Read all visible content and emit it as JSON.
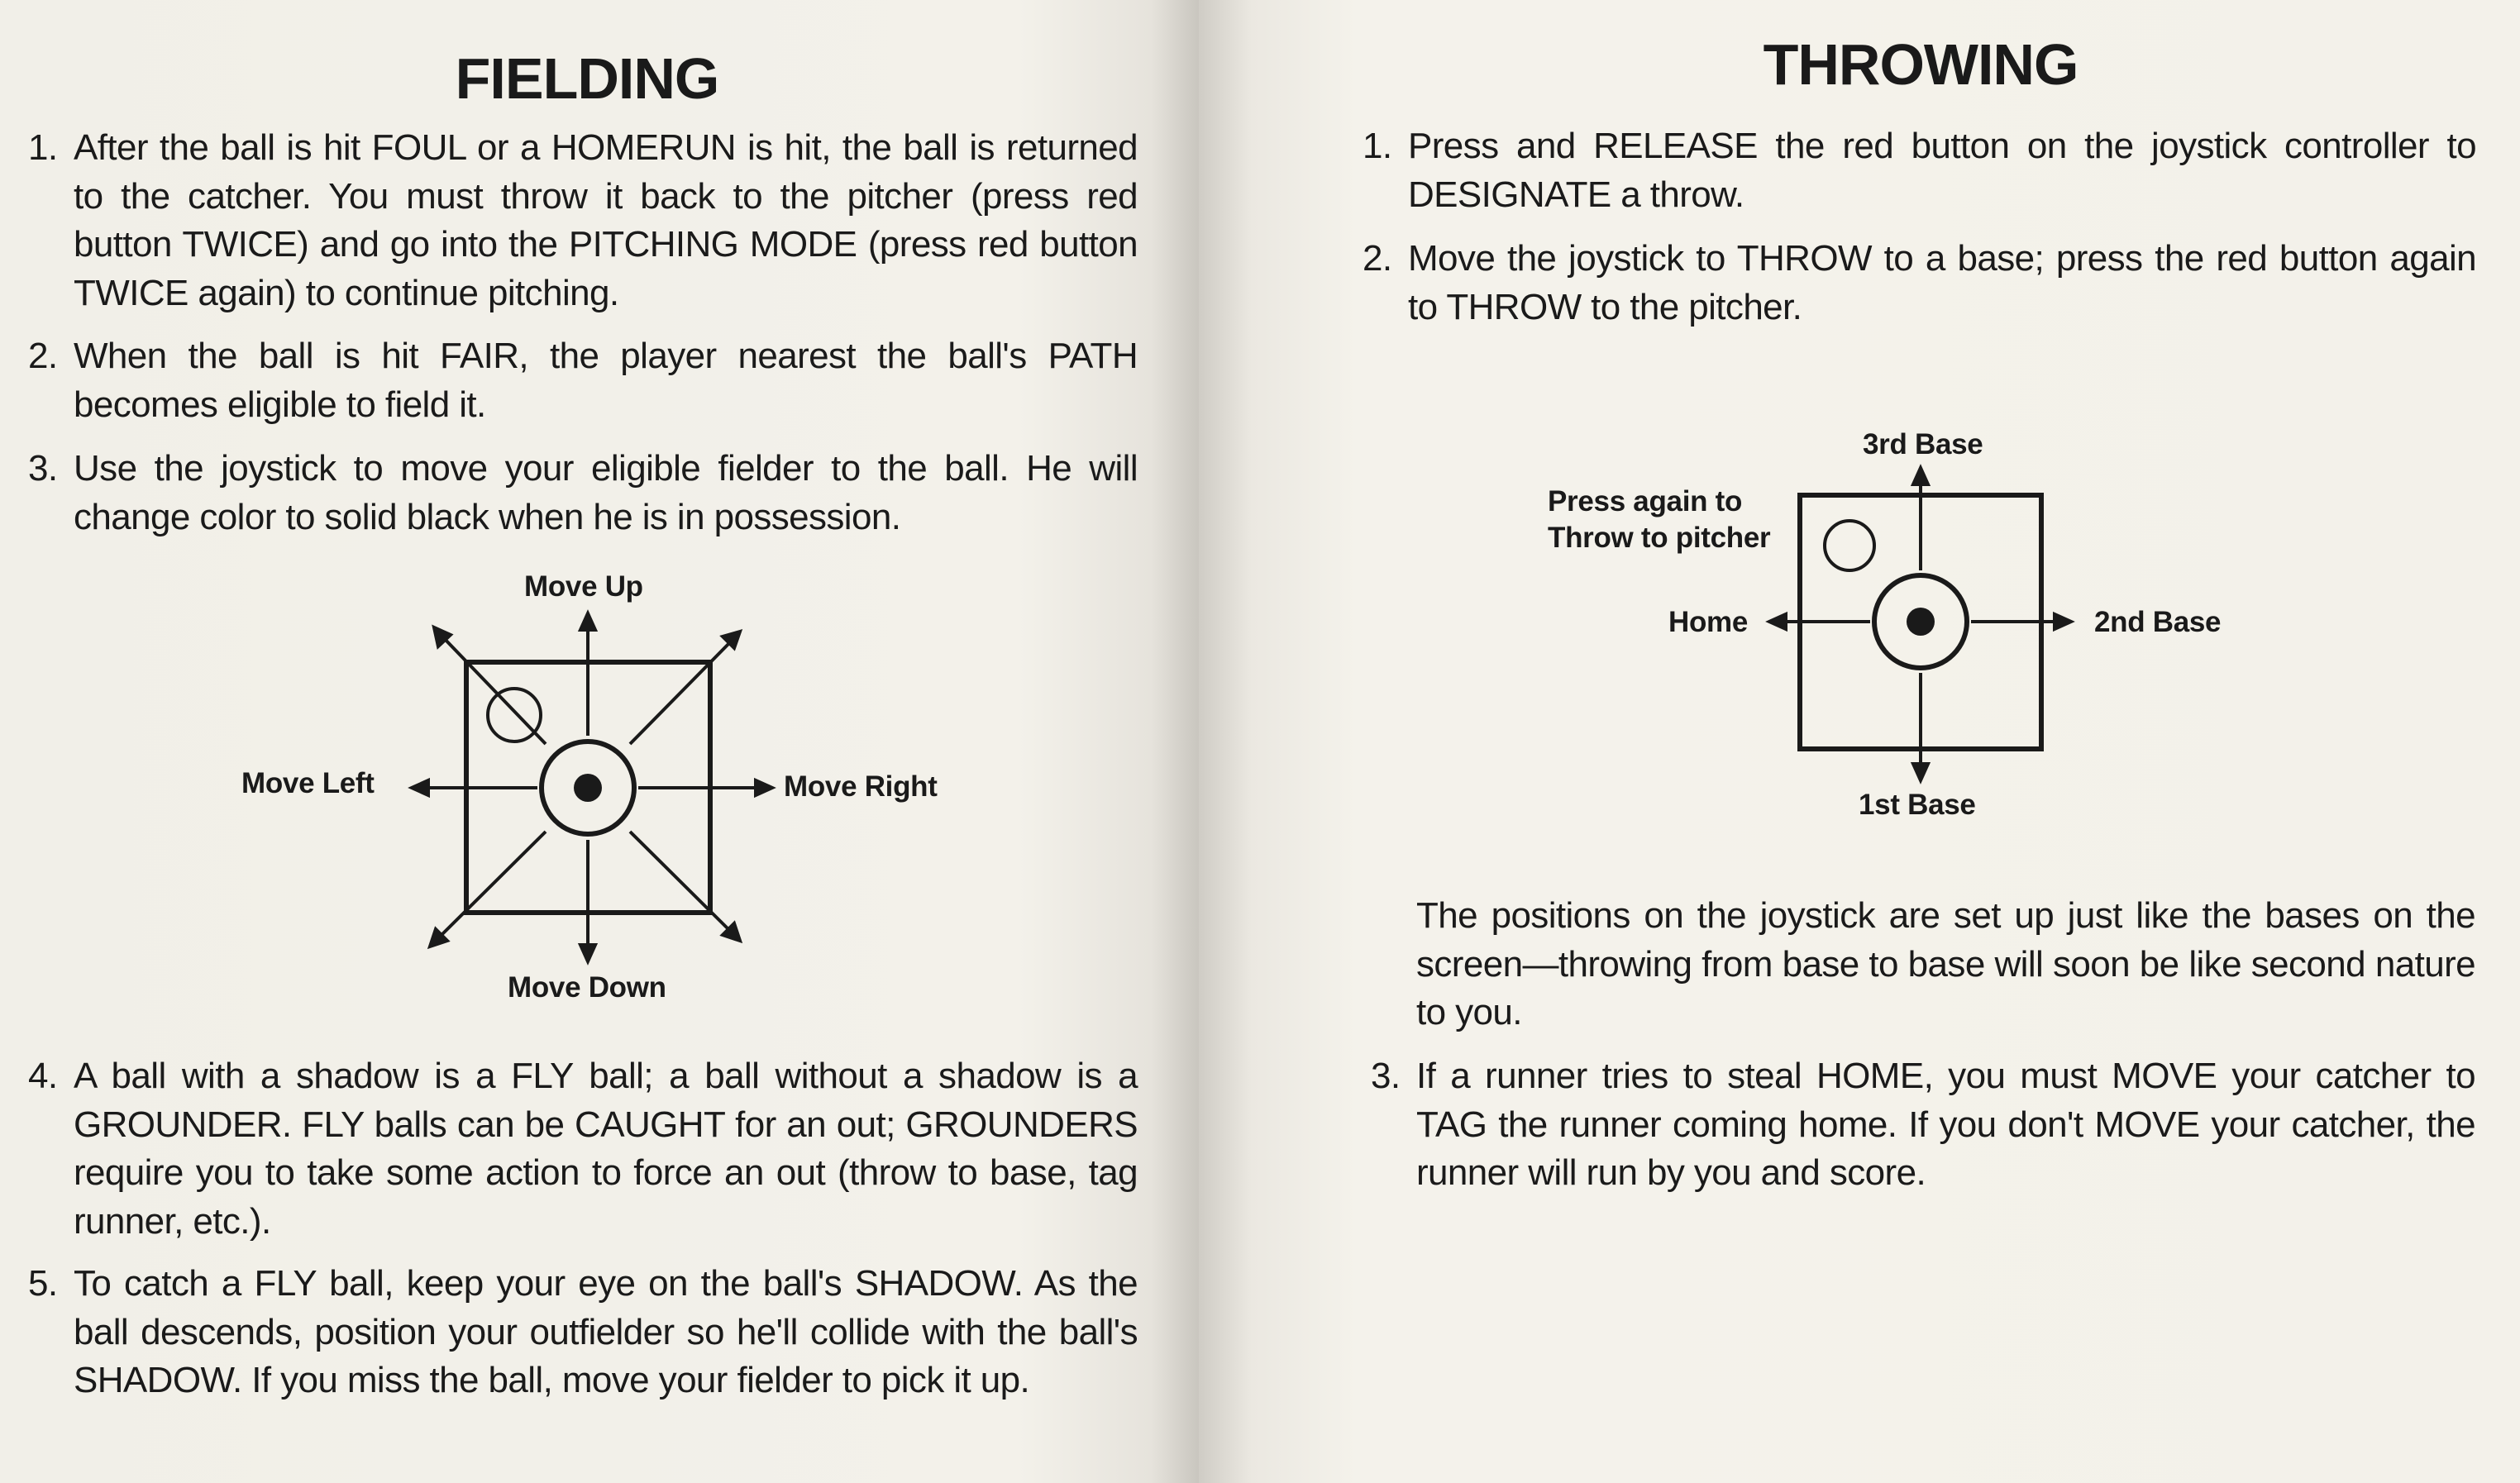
{
  "left_page": {
    "title": "FIELDING",
    "items": [
      {
        "num": "1.",
        "text": "After the ball is hit FOUL or a HOMERUN is hit, the ball is returned to the catcher. You must throw it back to the pitcher (press red button TWICE) and go into the PITCHING MODE (press red button TWICE again) to continue pitching."
      },
      {
        "num": "2.",
        "text": "When the ball is hit FAIR, the player nearest the ball's PATH becomes eligible to field it."
      },
      {
        "num": "3.",
        "text": "Use the joystick to move your eligible fielder to the ball. He will change color to solid black when he is in possession."
      },
      {
        "num": "4.",
        "text": "A ball with a shadow is a FLY ball; a ball without a shadow is a GROUNDER. FLY balls can be CAUGHT for an out; GROUNDERS require you to take some action to force an out (throw to base, tag runner, etc.)."
      },
      {
        "num": "5.",
        "text": "To catch a FLY ball, keep your eye on the ball's SHADOW. As the ball descends, position your outfielder so he'll collide with the ball's SHADOW. If you miss the ball, move your fielder to pick it up."
      }
    ],
    "diagram": {
      "up": "Move Up",
      "down": "Move Down",
      "left": "Move Left",
      "right": "Move Right"
    }
  },
  "right_page": {
    "title": "THROWING",
    "items": [
      {
        "num": "1.",
        "text": "Press and RELEASE the red button on the joystick controller to DESIGNATE a throw."
      },
      {
        "num": "2.",
        "text": "Move the joystick to THROW to a base; press the red button again to THROW to the pitcher."
      },
      {
        "num": "3.",
        "text": "If a runner tries to steal HOME, you must MOVE your catcher to TAG the runner coming home. If you don't MOVE your catcher, the runner will run by you and score."
      }
    ],
    "diagram": {
      "top": "3rd Base",
      "bottom": "1st Base",
      "left": "Home",
      "right": "2nd Base",
      "corner_note_line1": "Press again to",
      "corner_note_line2": "Throw to pitcher"
    },
    "note": "The positions on the joystick are set up just like the bases on the screen—throwing from base to base will soon be like second nature to you."
  }
}
